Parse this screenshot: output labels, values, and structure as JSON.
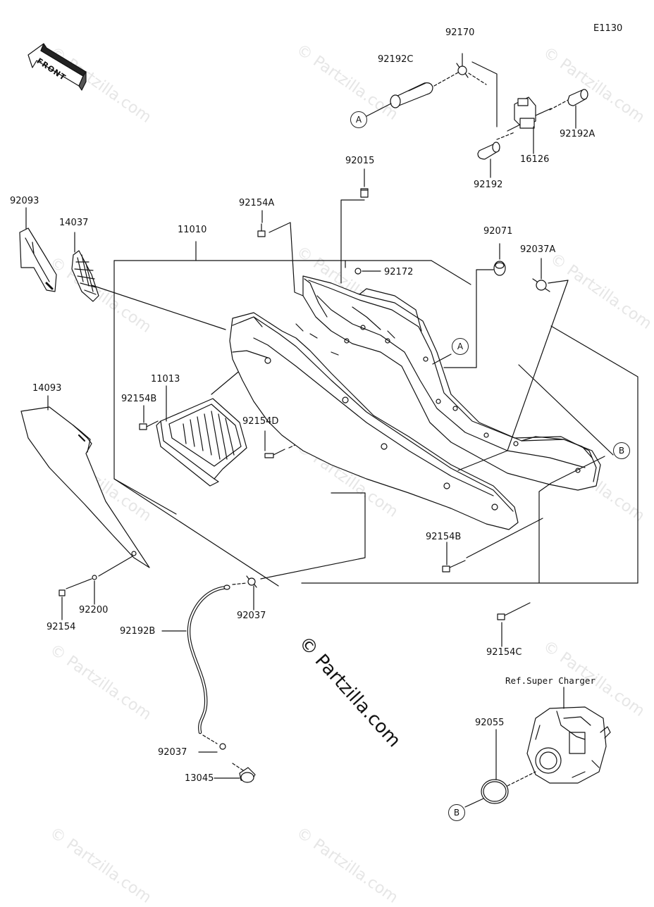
{
  "diagram_id": "E1130",
  "front_label": "FRONT",
  "watermark": "© Partzilla.com",
  "center_watermark": "© Partzilla.com",
  "ref_label": "Ref.Super Charger",
  "callouts": {
    "A": "A",
    "B": "B"
  },
  "parts": {
    "p92170": "92170",
    "p92192C": "92192C",
    "p92192A": "92192A",
    "p16126": "16126",
    "p92192": "92192",
    "p92015": "92015",
    "p92093": "92093",
    "p14037": "14037",
    "p92154A": "92154A",
    "p11010": "11010",
    "p92172": "92172",
    "p92071": "92071",
    "p92037A": "92037A",
    "p14093": "14093",
    "p11013": "11013",
    "p92154B_left": "92154B",
    "p92154D": "92154D",
    "p92154B_right": "92154B",
    "p92154": "92154",
    "p92200": "92200",
    "p92037_mid": "92037",
    "p92192B": "92192B",
    "p92154C": "92154C",
    "p92055": "92055",
    "p92037_low": "92037",
    "p13045": "13045"
  }
}
